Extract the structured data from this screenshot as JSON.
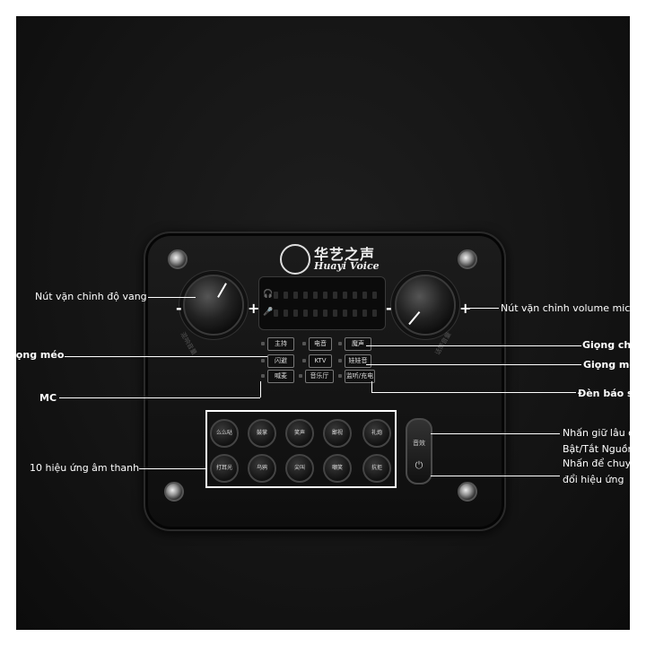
{
  "labels": {
    "reverb_knob": "Nút vặn chỉnh độ vang",
    "mic_volume_knob": "Nút vặn chỉnh volume micro",
    "distortion_left": "Giọng méo",
    "main_voice": "Giọng chính",
    "distortion_right": "Giọng méo",
    "mc": "MC",
    "charge_light": "Đèn báo sạc",
    "effects": "10 hiệu ứng âm thanh",
    "power_line1": "Nhấn giữ lâu để",
    "power_line2": "Bật/Tắt Nguồn",
    "switch_line1": "Nhấn để chuyển",
    "switch_line2": "đổi hiệu ứng"
  },
  "logo": {
    "cn": "华艺之声",
    "en": "Huayi Voice"
  },
  "knob_signs": {
    "minus": "-",
    "plus": "+"
  },
  "voice_buttons": [
    "主持",
    "电音",
    "魔声",
    "闪避",
    "KTV",
    "娃娃音",
    "喊麦",
    "音乐厅",
    "监听/充电"
  ],
  "effect_pads": [
    "么么哒",
    "鼓掌",
    "笑声",
    "鄙视",
    "礼炮",
    "打耳光",
    "乌鸦",
    "尖叫",
    "嘲笑",
    "抗拒"
  ],
  "power_button": {
    "top": "音效",
    "bottom": "⏻"
  },
  "side_text": {
    "left": "混响音量",
    "right": "话筒音量"
  }
}
